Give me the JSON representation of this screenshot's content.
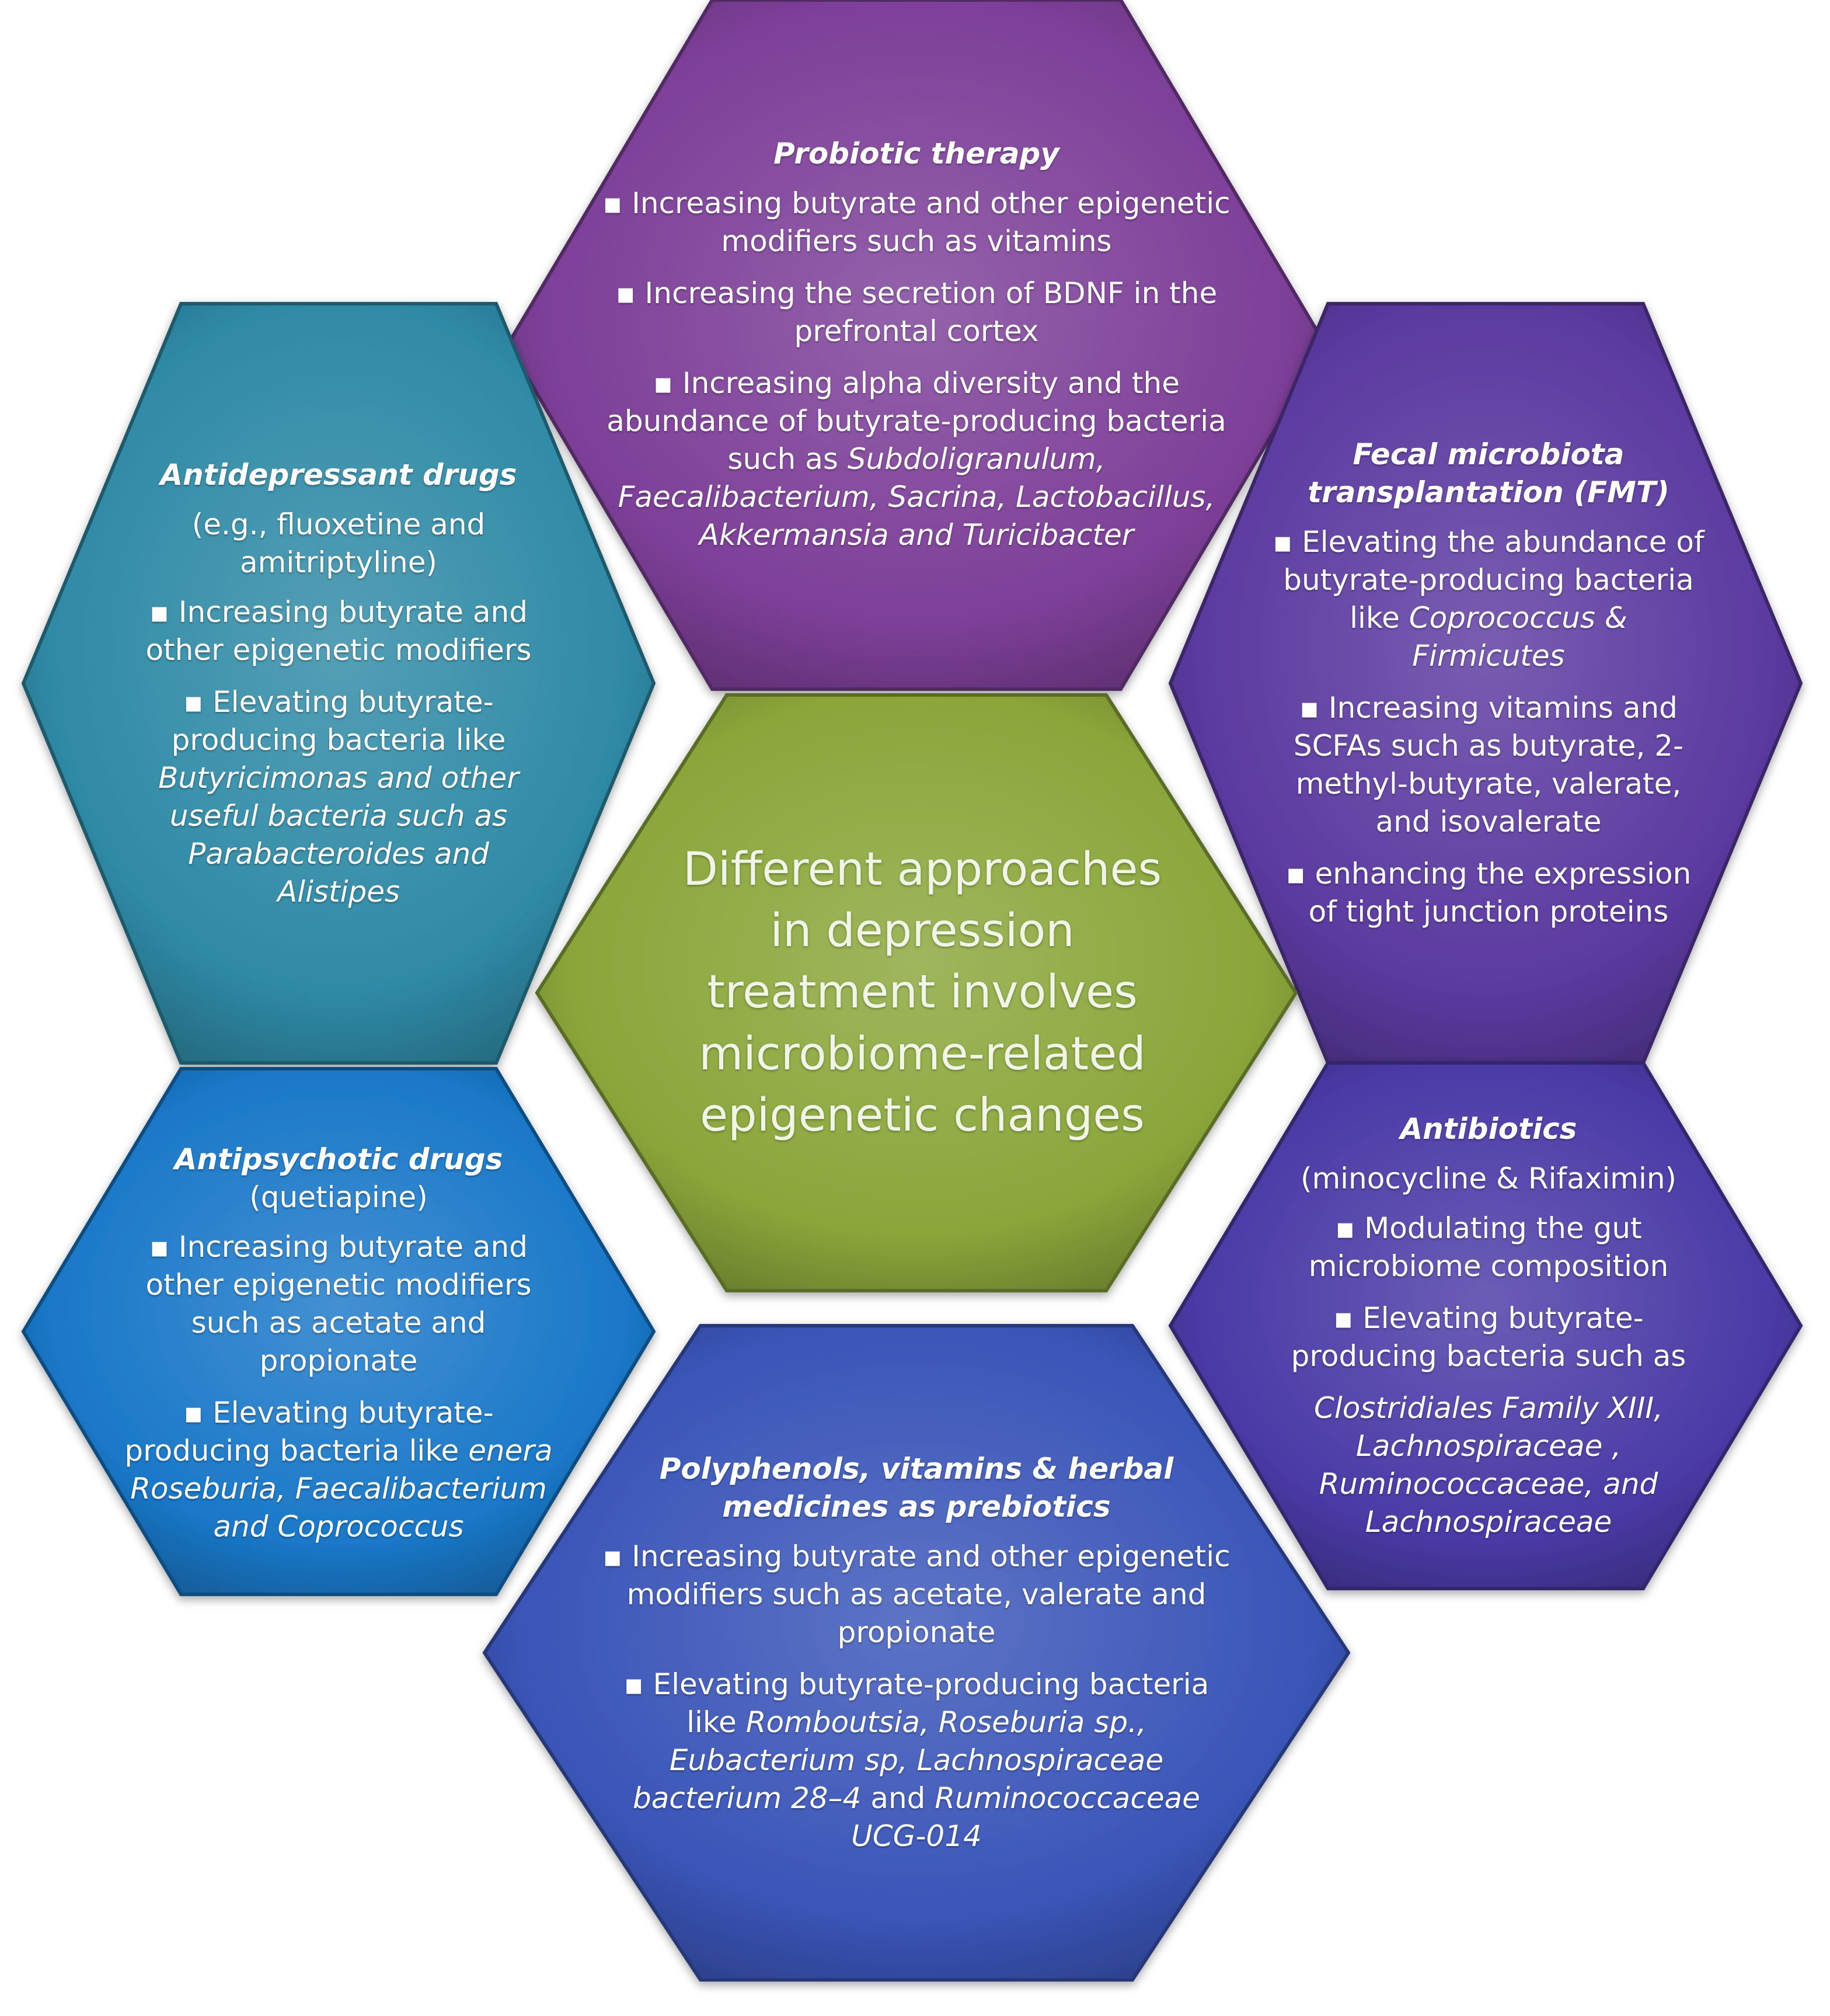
{
  "colors": {
    "probiotic": "#7d3f98",
    "fmt": "#5b3aa0",
    "antidepressant": "#2f8aa6",
    "center": "#8aa63a",
    "antipsychotic": "#1a78c8",
    "antibiotics": "#4a3aa6",
    "polyphenols": "#3a55b8"
  },
  "center": {
    "l1": "Different approaches",
    "l2": "in depression",
    "l3": "treatment involves",
    "l4": "microbiome-related",
    "l5": "epigenetic changes"
  },
  "probiotic": {
    "title": "Probiotic therapy",
    "p1": "▪ Increasing butyrate and other epigenetic modifiers such as vitamins",
    "p2": "▪ Increasing the secretion of BDNF in the prefrontal cortex",
    "p3": "▪ Increasing alpha diversity and the abundance of  butyrate-producing bacteria such as",
    "p3_it": "Subdoligranulum, Faecalibacterium, Sacrina, Lactobacillus, Akkermansia and Turicibacter"
  },
  "antidepressant": {
    "title": "Antidepressant drugs",
    "sub": "(e.g., fluoxetine and amitriptyline)",
    "p1": "▪ Increasing butyrate and other epigenetic modifiers",
    "p2": "▪ Elevating butyrate-producing bacteria like",
    "p2_it": "Butyricimonas and other useful bacteria such as Parabacteroides and Alistipes"
  },
  "fmt": {
    "title": "Fecal microbiota transplantation (FMT)",
    "p1": "▪ Elevating the abundance of butyrate-producing bacteria  like",
    "p1_it": "Coprococcus & Firmicutes",
    "p2": "▪ Increasing vitamins and SCFAs such as butyrate, 2-methyl-butyrate, valerate, and isovalerate",
    "p3": "▪ enhancing the expression of  tight junction proteins"
  },
  "antipsychotic": {
    "title": "Antipsychotic drugs",
    "sub": "(quetiapine)",
    "p1": "▪ Increasing butyrate and other epigenetic modifiers such as acetate and propionate",
    "p2": "▪ Elevating butyrate-producing bacteria  like",
    "p2_it": "enera Roseburia, Faecalibacterium and Coprococcus"
  },
  "antibiotics": {
    "title": "Antibiotics",
    "sub": "(minocycline & Rifaximin)",
    "p1": "▪ Modulating the gut microbiome composition",
    "p2": "▪ Elevating butyrate-producing bacteria such as",
    "p2_it": "Clostridiales Family XIII, Lachnospiraceae , Ruminococcaceae, and Lachnospiraceae"
  },
  "polyphenols": {
    "title": "Polyphenols, vitamins & herbal medicines as prebiotics",
    "p1": "▪ Increasing butyrate and other epigenetic modifiers such as acetate, valerate and propionate",
    "p2a": "▪ Elevating butyrate-producing bacteria like",
    "p2_it1": "Romboutsia, Roseburia sp., Eubacterium sp, Lachnospiraceae bacterium 28–4",
    "p2b": "and",
    "p2_it2": "Ruminococcaceae UCG-014"
  }
}
